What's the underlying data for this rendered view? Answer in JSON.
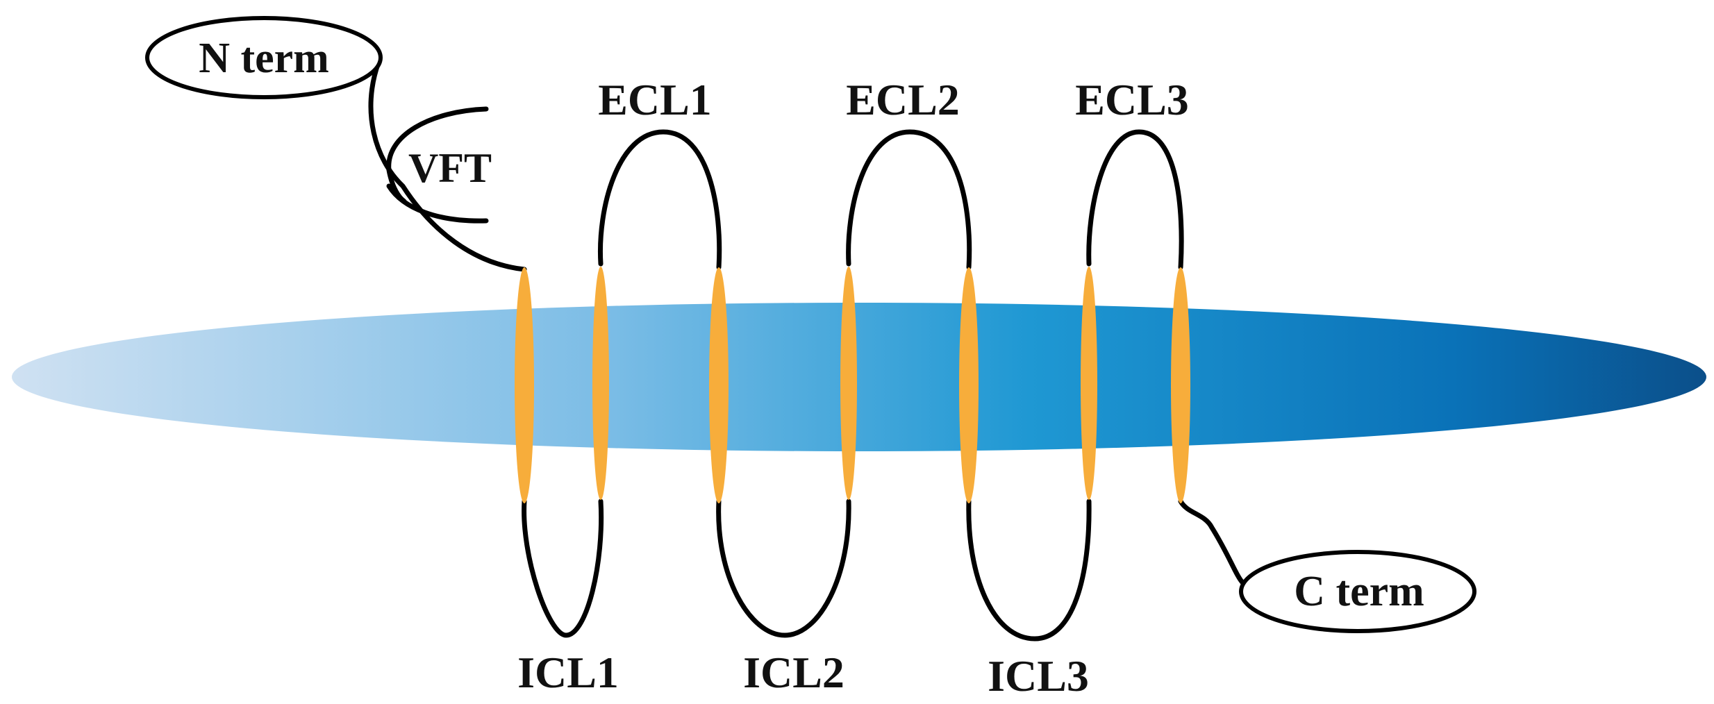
{
  "diagram": {
    "labels": {
      "n_term": "N term",
      "c_term": "C term",
      "vft": "VFT",
      "ecl1": "ECL1",
      "ecl2": "ECL2",
      "ecl3": "ECL3",
      "icl1": "ICL1",
      "icl2": "ICL2",
      "icl3": "ICL3"
    },
    "colors": {
      "membrane_start": "#cfe1f2",
      "membrane_mid": "#1f98d3",
      "membrane_end": "#0b4f8a",
      "helix": "#f7ad3b",
      "strand": "#000000"
    },
    "transmembrane_segment_count": 7
  }
}
